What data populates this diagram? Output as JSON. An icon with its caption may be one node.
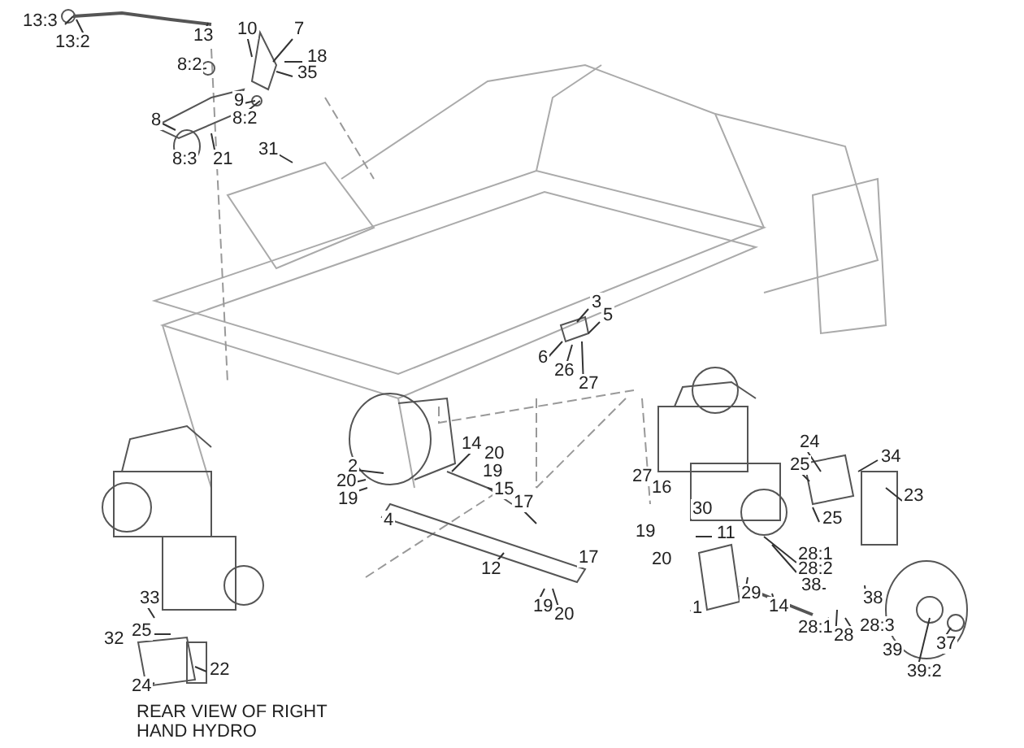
{
  "diagram": {
    "caption": "REAR VIEW OF RIGHT HAND HYDRO",
    "labels": [
      "13:3",
      "13:2",
      "13",
      "10",
      "7",
      "18",
      "35",
      "8:2",
      "9",
      "8:2",
      "8",
      "8:3",
      "21",
      "31",
      "3",
      "5",
      "6",
      "26",
      "27",
      "14",
      "2",
      "20",
      "20",
      "19",
      "15",
      "19",
      "17",
      "4",
      "24",
      "34",
      "25",
      "27",
      "16",
      "30",
      "25",
      "23",
      "11",
      "19",
      "17",
      "12",
      "20",
      "28:1",
      "28:2",
      "29",
      "38",
      "38",
      "33",
      "1",
      "14",
      "28:1",
      "25",
      "28:3",
      "19",
      "20",
      "28",
      "37",
      "39",
      "32",
      "22",
      "39:2",
      "24"
    ]
  }
}
